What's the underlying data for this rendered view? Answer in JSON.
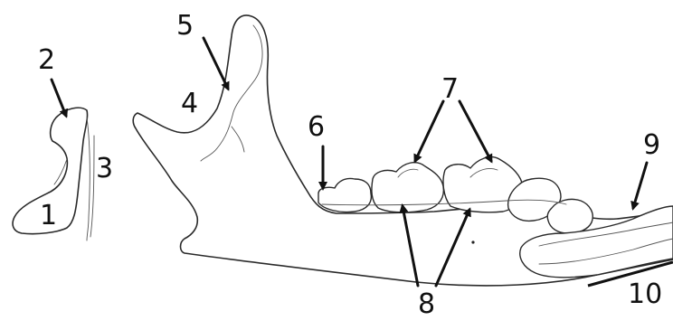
{
  "labels": {
    "l1": "1",
    "l2": "2",
    "l3": "3",
    "l4": "4",
    "l5": "5",
    "l6": "6",
    "l7": "7",
    "l8": "8",
    "l9": "9",
    "l10": "10"
  },
  "colors": {
    "stroke": "#2a2a2a",
    "arrow": "#111111",
    "background": "#ffffff"
  }
}
